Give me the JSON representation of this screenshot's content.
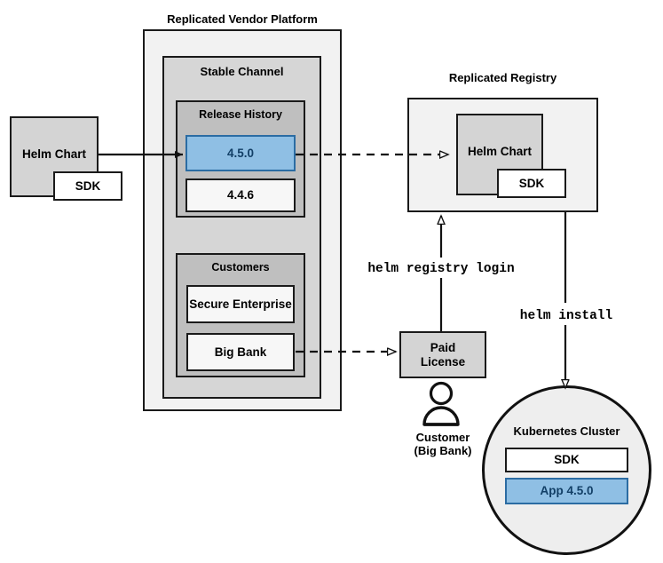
{
  "diagram": {
    "title_platform": "Replicated Vendor Platform",
    "title_registry": "Replicated Registry",
    "channel": "Stable Channel",
    "release_history": "Release History",
    "releases": [
      {
        "version": "4.5.0",
        "state": "selected"
      },
      {
        "version": "4.4.6",
        "state": "normal"
      }
    ],
    "customers_group": "Customers",
    "customers": [
      "Secure Enterprise",
      "Big Bank"
    ],
    "source_chart": {
      "name": "Helm Chart",
      "component": "SDK"
    },
    "registry_chart": {
      "name": "Helm Chart",
      "component": "SDK"
    },
    "license": "Paid\nLicense",
    "license_line1": "Paid",
    "license_line2": "License",
    "actor_line1": "Customer",
    "actor_line2": "(Big Bank)",
    "commands": {
      "registry_login": "helm registry login",
      "install": "helm install"
    },
    "cluster": {
      "title": "Kubernetes Cluster",
      "items": [
        "SDK",
        "App 4.5.0"
      ]
    },
    "colors": {
      "accent_blue_fill": "#8fbfe4",
      "accent_blue_border": "#2b6ca3",
      "accent_blue_text": "#123f66",
      "platform_fill": "#f2f2f2",
      "channel_fill": "#d6d6d6",
      "group_fill": "#bfbfbf",
      "stroke": "#1a1a1a"
    }
  }
}
